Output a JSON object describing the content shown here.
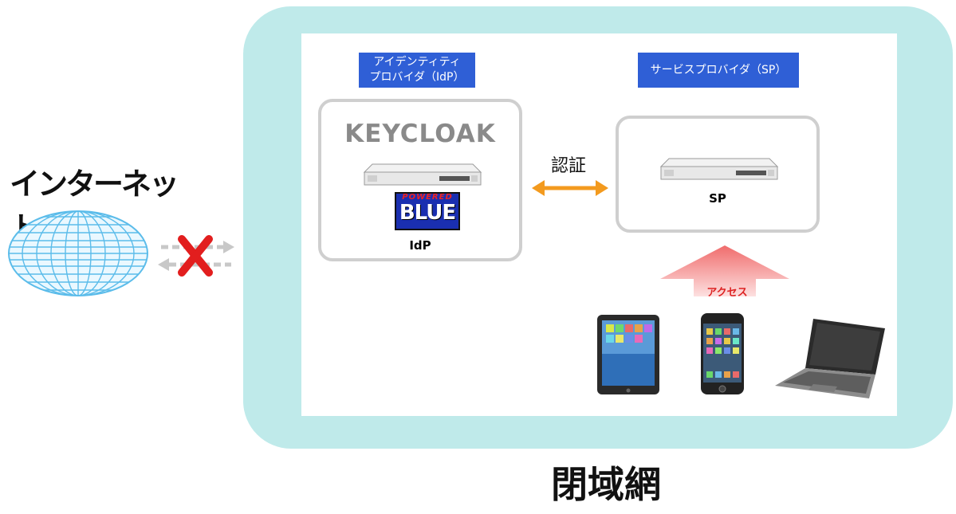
{
  "internet": {
    "title": "インターネット"
  },
  "closed_network": {
    "title": "閉域網"
  },
  "idp": {
    "label_line1": "アイデンティティ",
    "label_line2": "プロバイダ（IdP）",
    "product": "KEYCLOAK",
    "logo_top": "POWERED",
    "logo_main": "BLUE",
    "server_name": "IdP"
  },
  "sp": {
    "label": "サービスプロバイダ（SP）",
    "server_name": "SP"
  },
  "auth": {
    "label": "認証"
  },
  "access": {
    "label": "アクセス"
  },
  "colors": {
    "closed_network_bg": "#bfeaea",
    "label_box": "#2f5fd6",
    "auth_arrow": "#f39a1e",
    "access_arrow": "#f07a7a",
    "blocked_x": "#e21e1e"
  },
  "icons": [
    "globe-icon",
    "blocked-arrows-icon",
    "server-icon",
    "tablet-icon",
    "smartphone-icon",
    "laptop-icon"
  ]
}
